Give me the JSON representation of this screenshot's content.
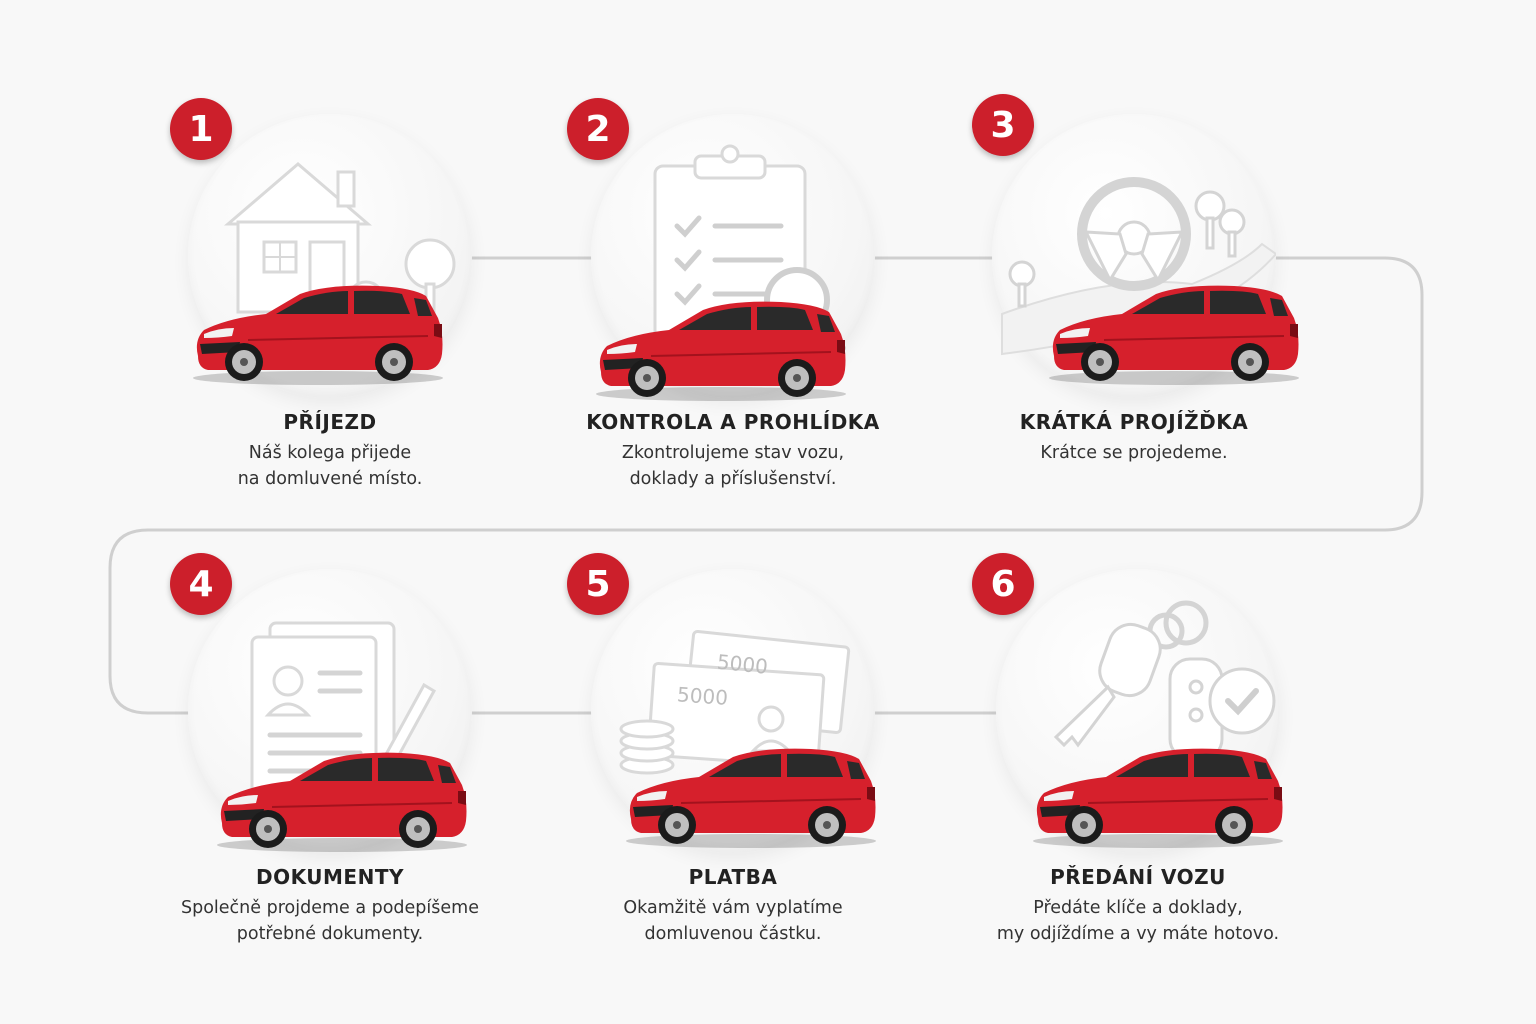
{
  "colors": {
    "accent": "#cc1f2b",
    "car": "#d6202c",
    "path": "#cfcfcf"
  },
  "steps": [
    {
      "number": "1",
      "title": "PŘÍJEZD",
      "desc": [
        "Náš kolega přijede",
        "na domluvené místo."
      ],
      "icon": "house-icon"
    },
    {
      "number": "2",
      "title": "KONTROLA A PROHLÍDKA",
      "desc": [
        "Zkontrolujeme stav vozu,",
        "doklady a příslušenství."
      ],
      "icon": "clipboard-magnifier-icon"
    },
    {
      "number": "3",
      "title": "KRÁTKÁ PROJÍŽĎKA",
      "desc": [
        "Krátce se projedeme."
      ],
      "icon": "steering-wheel-icon"
    },
    {
      "number": "4",
      "title": "DOKUMENTY",
      "desc": [
        "Společně projdeme a podepíšeme",
        "potřebné dokumenty."
      ],
      "icon": "documents-pen-icon"
    },
    {
      "number": "5",
      "title": "PLATBA",
      "desc": [
        "Okamžitě vám vyplatíme",
        "domluvenou částku."
      ],
      "icon": "money-icon"
    },
    {
      "number": "6",
      "title": "PŘEDÁNÍ VOZU",
      "desc": [
        "Předáte klíče a doklady,",
        "my odjíždíme a vy máte hotovo."
      ],
      "icon": "car-keys-check-icon"
    }
  ],
  "banknote_value": "5000"
}
